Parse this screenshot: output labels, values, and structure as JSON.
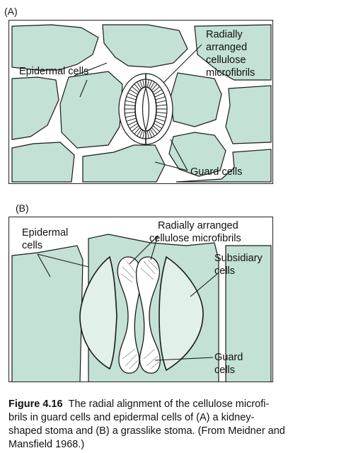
{
  "panel_a": {
    "label": "(A)",
    "labels": {
      "epidermal": "Epidermal cells",
      "microfibrils_1": "Radially",
      "microfibrils_2": "arranged",
      "microfibrils_3": "cellulose",
      "microfibrils_4": "microfibrils",
      "guard": "Guard cells"
    }
  },
  "panel_b": {
    "label": "(B)",
    "labels": {
      "epidermal_1": "Epidermal",
      "epidermal_2": "cells",
      "microfibrils_1": "Radially arranged",
      "microfibrils_2": "cellulose microfibrils",
      "subsidiary_1": "Subsidiary",
      "subsidiary_2": "cells",
      "guard_1": "Guard",
      "guard_2": "cells"
    }
  },
  "caption": {
    "figure_number": "Figure 4.16",
    "line1": "The radial alignment of the cellulose microfi-",
    "line2": "brils in guard cells and epidermal cells of (A) a kidney-",
    "line3": "shaped stoma and (B) a grasslike stoma. (From Meidner and",
    "line4": "Mansfield 1968.)"
  },
  "colors": {
    "cell_fill": "#c3e1d4",
    "wall": "#ffffff",
    "outline": "#1a1a1a"
  }
}
